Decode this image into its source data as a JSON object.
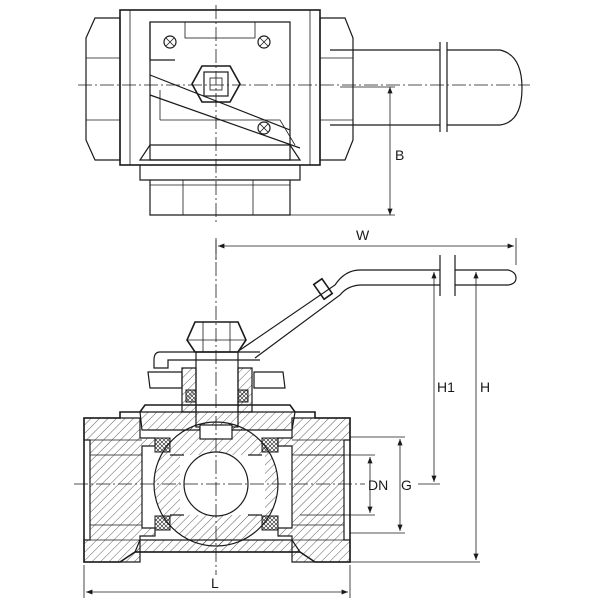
{
  "labels": {
    "B": "B",
    "W": "W",
    "H1": "H1",
    "H": "H",
    "DN": "DN",
    "G": "G",
    "L": "L"
  }
}
